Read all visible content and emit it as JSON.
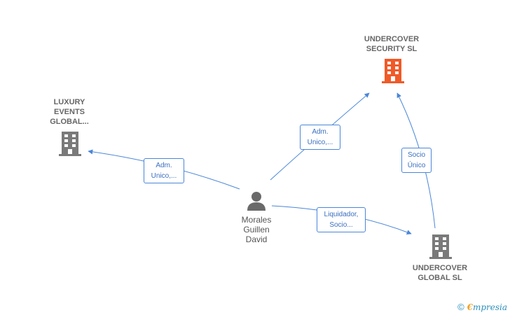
{
  "colors": {
    "edge": "#4a86d8",
    "company_gray": "#7a7a7a",
    "company_highlight": "#f05a28",
    "person": "#6a6a6a"
  },
  "nodes": {
    "undercover_security": {
      "lines": [
        "UNDERCOVER",
        "SECURITY  SL"
      ],
      "icon": "building-icon",
      "highlighted": true
    },
    "luxury_events": {
      "lines": [
        "LUXURY",
        "EVENTS",
        "GLOBAL..."
      ],
      "icon": "building-icon"
    },
    "undercover_global": {
      "lines": [
        "UNDERCOVER",
        "GLOBAL  SL"
      ],
      "icon": "building-icon"
    },
    "person": {
      "lines": [
        "Morales",
        "Guillen",
        "David"
      ],
      "icon": "person-icon"
    }
  },
  "edges": {
    "to_luxury": {
      "lines": [
        "Adm.",
        "Unico,..."
      ]
    },
    "to_security": {
      "lines": [
        "Adm.",
        "Unico,..."
      ]
    },
    "to_global": {
      "lines": [
        "Liquidador,",
        "Socio..."
      ]
    },
    "global_to_security": {
      "lines": [
        "Socio",
        "Único"
      ]
    }
  },
  "brand": {
    "copyright": "©",
    "initial": "€",
    "name": "mpresia"
  }
}
